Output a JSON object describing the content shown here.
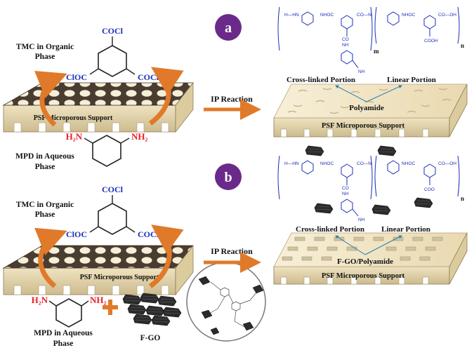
{
  "badges": {
    "a": "a",
    "b": "b"
  },
  "colors": {
    "badge": "#6b2a8a",
    "arrow": "#e07a2a",
    "membrane_top": "#5a4a3a",
    "membrane_base": "#f3ead0",
    "blue_text": "#1a2fb8",
    "red_text": "#e8202a"
  },
  "panel_a": {
    "tmc_label_line1": "TMC in Organic",
    "tmc_label_line2": "Phase",
    "tmc_top": "COCl",
    "tmc_left": "ClOC",
    "tmc_right": "COCl",
    "support_label": "PSF Microporous Support",
    "mpd_h2n": "H₂N",
    "mpd_nh2": "NH₂",
    "mpd_label_line1": "MPD in Aqueous",
    "mpd_label_line2": "Phase",
    "ip_reaction": "IP Reaction",
    "polyamide": "Polyamide",
    "result_support": "PSF Microporous Support",
    "crosslinked": "Cross-linked Portion",
    "linear": "Linear Portion",
    "m": "m",
    "n": "n",
    "struct_h_hn": "H—HN",
    "struct_nhoc": "NHOC",
    "struct_co_n": "CO—N",
    "struct_cooh_right": "CO—OH",
    "struct_cooh_bottom": "COOH",
    "struct_co": "CO",
    "struct_nh": "NH"
  },
  "panel_b": {
    "tmc_label_line1": "TMC in Organic",
    "tmc_label_line2": "Phase",
    "tmc_top": "COCl",
    "tmc_left": "ClOC",
    "tmc_right": "COCl",
    "support_label": "PSF Microporous Support",
    "mpd_h2n": "H₂N",
    "mpd_nh2": "NH₂",
    "mpd_label_line1": "MPD in Aqueous",
    "mpd_label_line2": "Phase",
    "fgo_label": "F-GO",
    "ip_reaction": "IP Reaction",
    "fgo_polyamide": "F-GO/Polyamide",
    "result_support": "PSF Microporous Support",
    "crosslinked": "Cross-linked Portion",
    "linear": "Linear Portion",
    "n": "n",
    "struct_h_hn": "H—HN",
    "struct_nhoc": "NHOC",
    "struct_co_n": "CO—N",
    "struct_cooh_right": "CO—OH",
    "struct_coo": "COO",
    "struct_co": "CO",
    "struct_nh": "NH"
  }
}
